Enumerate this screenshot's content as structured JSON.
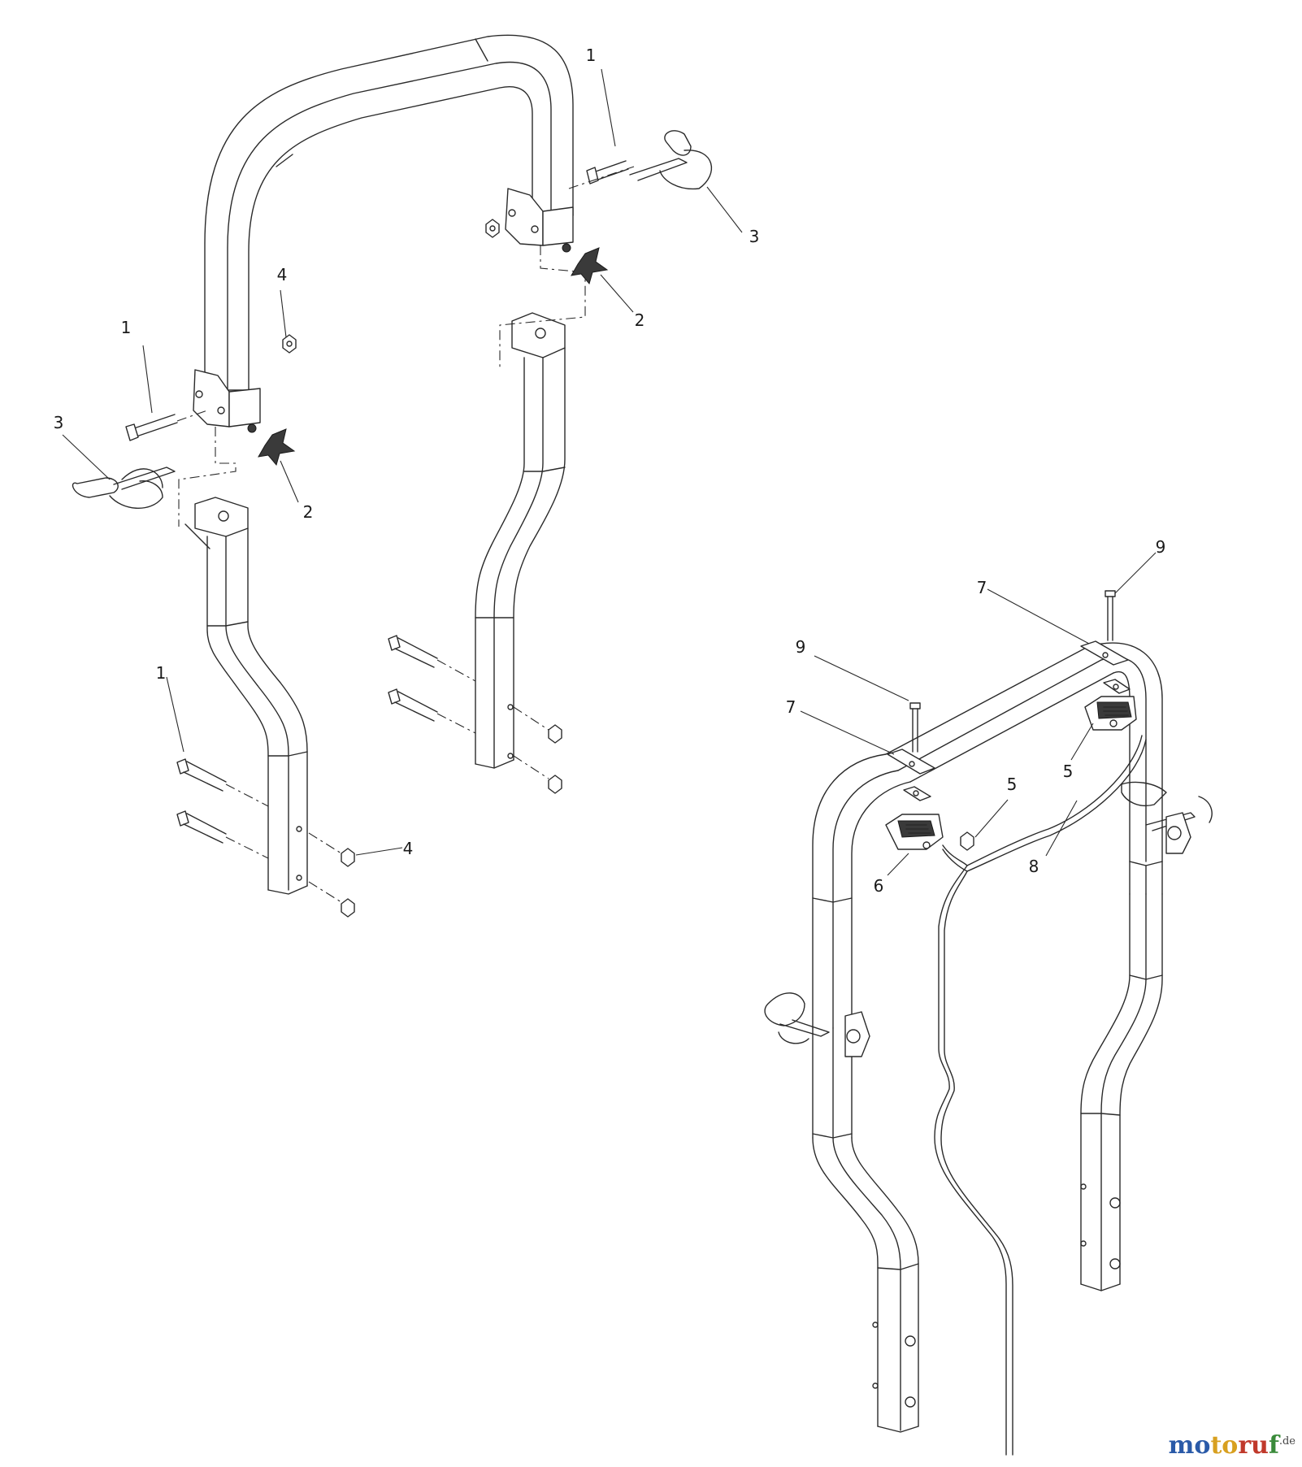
{
  "callouts": {
    "c1a": "1",
    "c1b": "1",
    "c1c": "1",
    "c2a": "2",
    "c2b": "2",
    "c3a": "3",
    "c3b": "3",
    "c4a": "4",
    "c4b": "4",
    "c5a": "5",
    "c5b": "5",
    "c6": "6",
    "c7a": "7",
    "c7b": "7",
    "c8": "8",
    "c9a": "9",
    "c9b": "9"
  },
  "watermark": {
    "part1": "mo",
    "part2": "to",
    "part3": "ru",
    "part4": "f",
    "suffix": ".de"
  }
}
